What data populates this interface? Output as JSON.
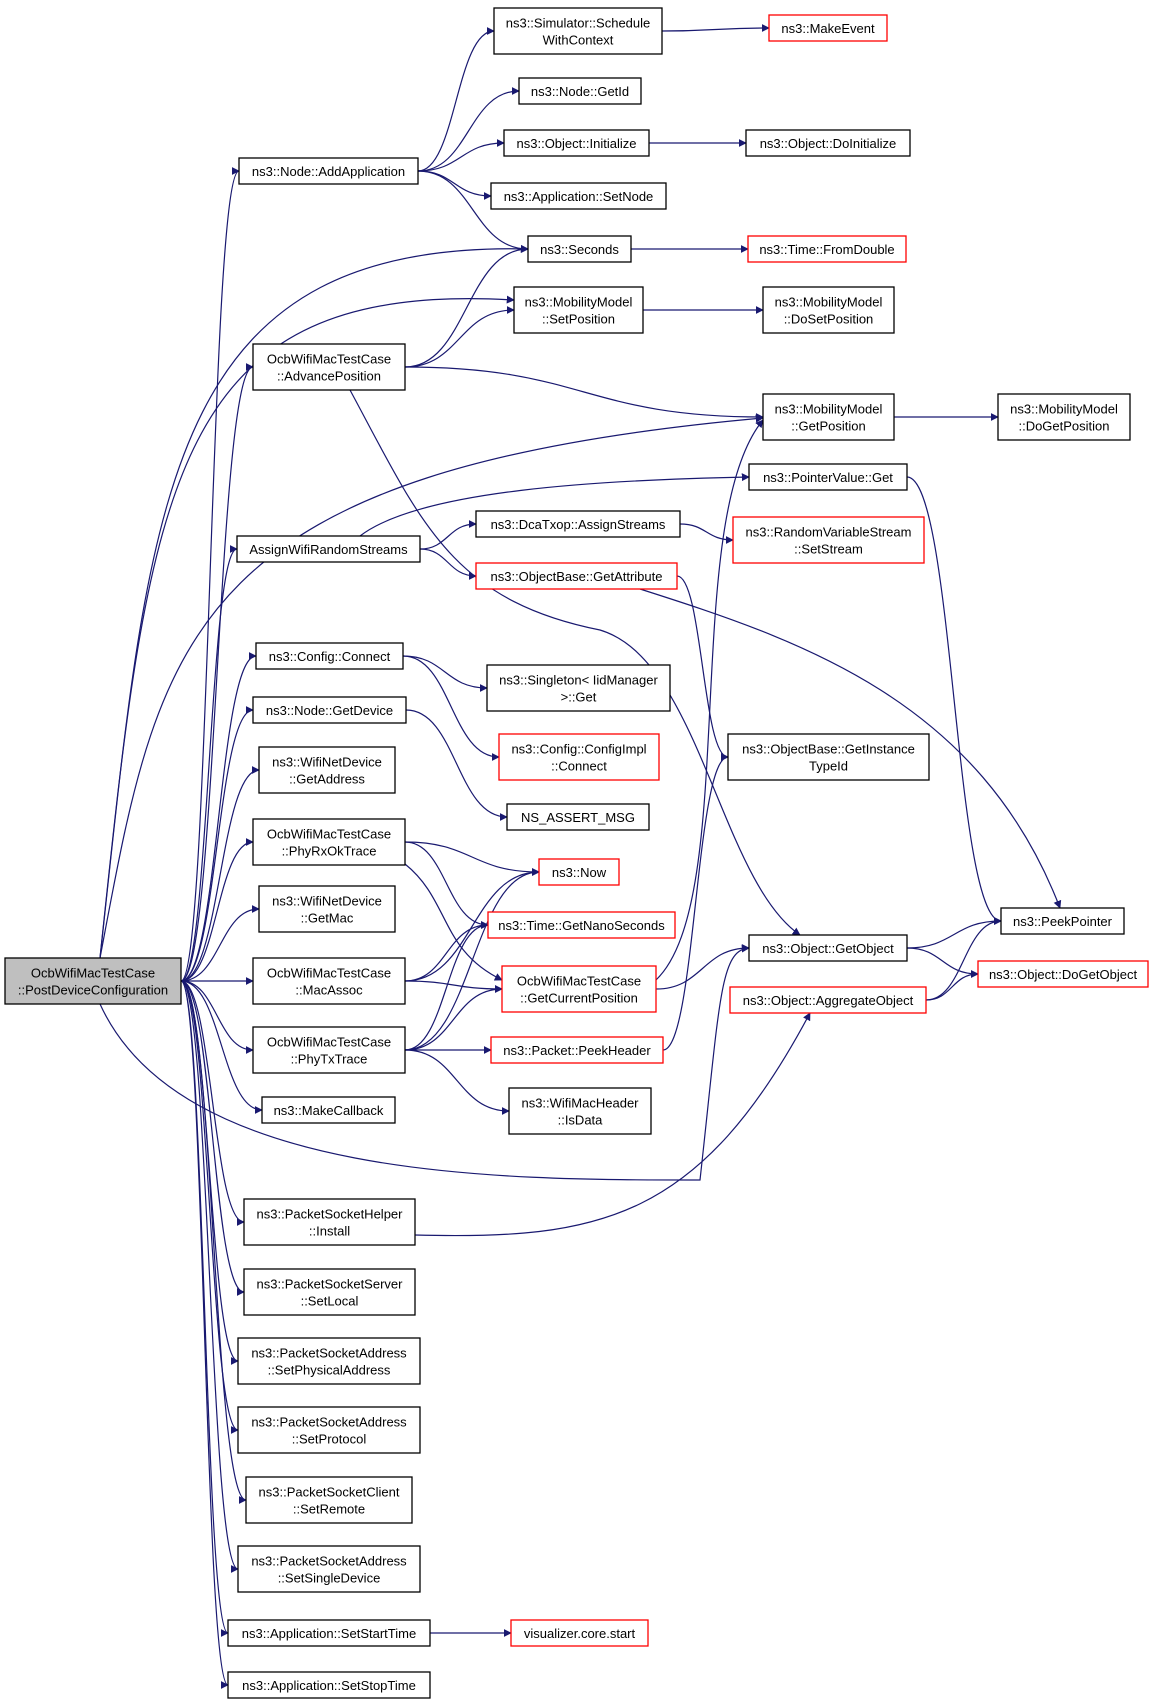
{
  "colors": {
    "edge": "#191970",
    "red_border": "#ff0000",
    "root_fill": "#bfbfbf"
  },
  "nodes": [
    {
      "id": "root",
      "lines": [
        "OcbWifiMacTestCase",
        "::PostDeviceConfiguration"
      ],
      "style": "root"
    },
    {
      "id": "schedule",
      "lines": [
        "ns3::Simulator::Schedule",
        "WithContext"
      ],
      "style": "normal"
    },
    {
      "id": "makeevent",
      "lines": [
        "ns3::MakeEvent"
      ],
      "style": "red"
    },
    {
      "id": "nodegetid",
      "lines": [
        "ns3::Node::GetId"
      ],
      "style": "normal"
    },
    {
      "id": "objinit",
      "lines": [
        "ns3::Object::Initialize"
      ],
      "style": "normal"
    },
    {
      "id": "objdoinit",
      "lines": [
        "ns3::Object::DoInitialize"
      ],
      "style": "normal"
    },
    {
      "id": "addapp",
      "lines": [
        "ns3::Node::AddApplication"
      ],
      "style": "normal"
    },
    {
      "id": "appsetnode",
      "lines": [
        "ns3::Application::SetNode"
      ],
      "style": "normal"
    },
    {
      "id": "seconds",
      "lines": [
        "ns3::Seconds"
      ],
      "style": "normal"
    },
    {
      "id": "fromdouble",
      "lines": [
        "ns3::Time::FromDouble"
      ],
      "style": "red"
    },
    {
      "id": "mmsetpos",
      "lines": [
        "ns3::MobilityModel",
        "::SetPosition"
      ],
      "style": "normal"
    },
    {
      "id": "mmdosetpos",
      "lines": [
        "ns3::MobilityModel",
        "::DoSetPosition"
      ],
      "style": "normal"
    },
    {
      "id": "advpos",
      "lines": [
        "OcbWifiMacTestCase",
        "::AdvancePosition"
      ],
      "style": "normal"
    },
    {
      "id": "mmgetpos",
      "lines": [
        "ns3::MobilityModel",
        "::GetPosition"
      ],
      "style": "normal"
    },
    {
      "id": "mmdogetpos",
      "lines": [
        "ns3::MobilityModel",
        "::DoGetPosition"
      ],
      "style": "normal"
    },
    {
      "id": "ptrget",
      "lines": [
        "ns3::PointerValue::Get"
      ],
      "style": "normal"
    },
    {
      "id": "assignrs",
      "lines": [
        "AssignWifiRandomStreams"
      ],
      "style": "normal"
    },
    {
      "id": "dcaassign",
      "lines": [
        "ns3::DcaTxop::AssignStreams"
      ],
      "style": "normal"
    },
    {
      "id": "rvssetstream",
      "lines": [
        "ns3::RandomVariableStream",
        "::SetStream"
      ],
      "style": "red"
    },
    {
      "id": "getattr",
      "lines": [
        "ns3::ObjectBase::GetAttribute"
      ],
      "style": "red"
    },
    {
      "id": "cfgconnect",
      "lines": [
        "ns3::Config::Connect"
      ],
      "style": "normal"
    },
    {
      "id": "singleton",
      "lines": [
        "ns3::Singleton< IidManager",
        ">::Get"
      ],
      "style": "normal"
    },
    {
      "id": "cfgimpl",
      "lines": [
        "ns3::Config::ConfigImpl",
        "::Connect"
      ],
      "style": "red"
    },
    {
      "id": "getinsttid",
      "lines": [
        "ns3::ObjectBase::GetInstance",
        "TypeId"
      ],
      "style": "normal"
    },
    {
      "id": "nodegetdev",
      "lines": [
        "ns3::Node::GetDevice"
      ],
      "style": "normal"
    },
    {
      "id": "wndgetaddr",
      "lines": [
        "ns3::WifiNetDevice",
        "::GetAddress"
      ],
      "style": "normal"
    },
    {
      "id": "nsassert",
      "lines": [
        "NS_ASSERT_MSG"
      ],
      "style": "normal"
    },
    {
      "id": "phyrxok",
      "lines": [
        "OcbWifiMacTestCase",
        "::PhyRxOkTrace"
      ],
      "style": "normal"
    },
    {
      "id": "now",
      "lines": [
        "ns3::Now"
      ],
      "style": "red"
    },
    {
      "id": "wndgetmac",
      "lines": [
        "ns3::WifiNetDevice",
        "::GetMac"
      ],
      "style": "normal"
    },
    {
      "id": "getnano",
      "lines": [
        "ns3::Time::GetNanoSeconds"
      ],
      "style": "red"
    },
    {
      "id": "peekptr",
      "lines": [
        "ns3::PeekPointer"
      ],
      "style": "normal"
    },
    {
      "id": "macassoc",
      "lines": [
        "OcbWifiMacTestCase",
        "::MacAssoc"
      ],
      "style": "normal"
    },
    {
      "id": "getcurpos",
      "lines": [
        "OcbWifiMacTestCase",
        "::GetCurrentPosition"
      ],
      "style": "red"
    },
    {
      "id": "objgetobj",
      "lines": [
        "ns3::Object::GetObject"
      ],
      "style": "normal"
    },
    {
      "id": "objdogetobj",
      "lines": [
        "ns3::Object::DoGetObject"
      ],
      "style": "red"
    },
    {
      "id": "aggobj",
      "lines": [
        "ns3::Object::AggregateObject"
      ],
      "style": "red"
    },
    {
      "id": "phytx",
      "lines": [
        "OcbWifiMacTestCase",
        "::PhyTxTrace"
      ],
      "style": "normal"
    },
    {
      "id": "peekhdr",
      "lines": [
        "ns3::Packet::PeekHeader"
      ],
      "style": "red"
    },
    {
      "id": "isdata",
      "lines": [
        "ns3::WifiMacHeader",
        "::IsData"
      ],
      "style": "normal"
    },
    {
      "id": "makecb",
      "lines": [
        "ns3::MakeCallback"
      ],
      "style": "normal"
    },
    {
      "id": "pshinstall",
      "lines": [
        "ns3::PacketSocketHelper",
        "::Install"
      ],
      "style": "normal"
    },
    {
      "id": "pssetlocal",
      "lines": [
        "ns3::PacketSocketServer",
        "::SetLocal"
      ],
      "style": "normal"
    },
    {
      "id": "psasetphys",
      "lines": [
        "ns3::PacketSocketAddress",
        "::SetPhysicalAddress"
      ],
      "style": "normal"
    },
    {
      "id": "psasetproto",
      "lines": [
        "ns3::PacketSocketAddress",
        "::SetProtocol"
      ],
      "style": "normal"
    },
    {
      "id": "pscsetremote",
      "lines": [
        "ns3::PacketSocketClient",
        "::SetRemote"
      ],
      "style": "normal"
    },
    {
      "id": "psasetsingle",
      "lines": [
        "ns3::PacketSocketAddress",
        "::SetSingleDevice"
      ],
      "style": "normal"
    },
    {
      "id": "appstart",
      "lines": [
        "ns3::Application::SetStartTime"
      ],
      "style": "normal"
    },
    {
      "id": "vizstart",
      "lines": [
        "visualizer.core.start"
      ],
      "style": "red"
    },
    {
      "id": "appstop",
      "lines": [
        "ns3::Application::SetStopTime"
      ],
      "style": "normal"
    }
  ]
}
